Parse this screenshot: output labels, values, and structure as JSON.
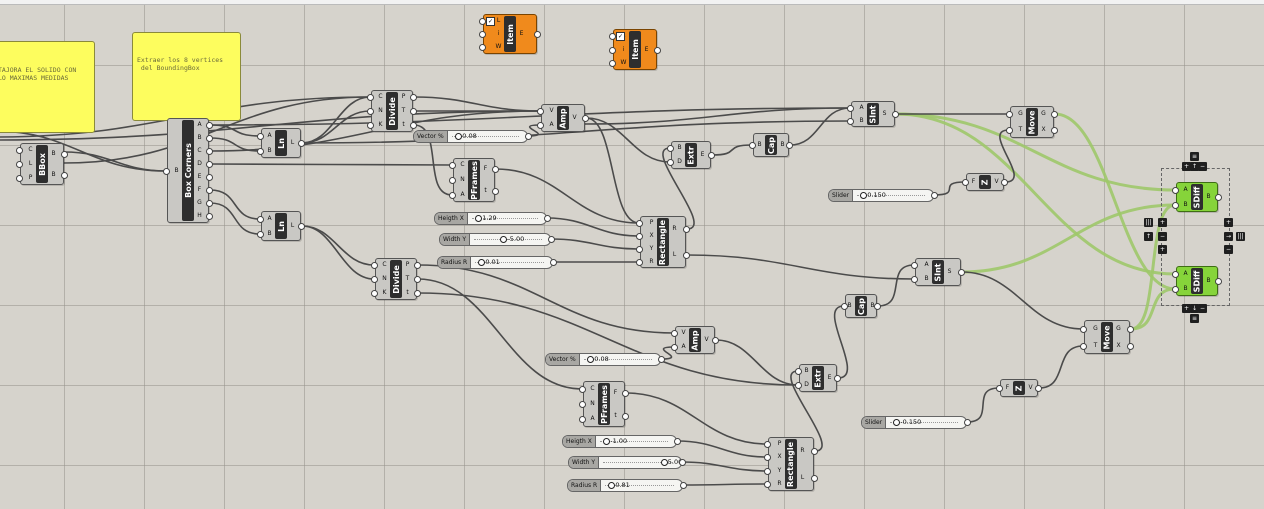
{
  "canvas": {
    "grid_color": "#96948c",
    "background": "#d6d3cc",
    "wire_color": "#4b4b4b",
    "preview_wire_color": "#9fc86a"
  },
  "notes": [
    {
      "id": "note1",
      "text": "TAJORA EL SOLIDO CON\nLO MAXIMAS MEDIDAS"
    },
    {
      "id": "note2",
      "text": "Extraer los 8 vertices\n del BoundingBox"
    }
  ],
  "components": [
    {
      "id": "bbox",
      "label": "BBox",
      "inputs": [
        "C",
        "L",
        "P"
      ],
      "outputs": [
        "B",
        "B"
      ],
      "color": "grey"
    },
    {
      "id": "boxcorners",
      "label": "Box Corners",
      "inputs": [
        "B"
      ],
      "outputs": [
        "A",
        "B",
        "C",
        "D",
        "E",
        "F",
        "G",
        "H"
      ],
      "color": "grey"
    },
    {
      "id": "ln1",
      "label": "Ln",
      "inputs": [
        "A",
        "B"
      ],
      "outputs": [
        "L"
      ],
      "color": "grey"
    },
    {
      "id": "ln2",
      "label": "Ln",
      "inputs": [
        "A",
        "B"
      ],
      "outputs": [
        "L"
      ],
      "color": "grey"
    },
    {
      "id": "divide1",
      "label": "Divide",
      "inputs": [
        "C",
        "N",
        "K"
      ],
      "outputs": [
        "P",
        "T",
        "t"
      ],
      "color": "grey"
    },
    {
      "id": "divide2",
      "label": "Divide",
      "inputs": [
        "C",
        "N",
        "K"
      ],
      "outputs": [
        "P",
        "T",
        "t"
      ],
      "color": "grey"
    },
    {
      "id": "amp1",
      "label": "Amp",
      "inputs": [
        "V",
        "A"
      ],
      "outputs": [
        "V"
      ],
      "color": "grey"
    },
    {
      "id": "amp2",
      "label": "Amp",
      "inputs": [
        "V",
        "A"
      ],
      "outputs": [
        "V"
      ],
      "color": "grey"
    },
    {
      "id": "pframes1",
      "label": "PFrames",
      "inputs": [
        "C",
        "N",
        "A"
      ],
      "outputs": [
        "F",
        "t"
      ],
      "color": "grey"
    },
    {
      "id": "pframes2",
      "label": "PFrames",
      "inputs": [
        "C",
        "N",
        "A"
      ],
      "outputs": [
        "F",
        "t"
      ],
      "color": "grey"
    },
    {
      "id": "rect1",
      "label": "Rectangle",
      "inputs": [
        "P",
        "X",
        "Y",
        "R"
      ],
      "outputs": [
        "R",
        "L"
      ],
      "color": "grey"
    },
    {
      "id": "rect2",
      "label": "Rectangle",
      "inputs": [
        "P",
        "X",
        "Y",
        "R"
      ],
      "outputs": [
        "R",
        "L"
      ],
      "color": "grey"
    },
    {
      "id": "extr1",
      "label": "Extr",
      "inputs": [
        "B",
        "D"
      ],
      "outputs": [
        "E"
      ],
      "color": "grey"
    },
    {
      "id": "extr2",
      "label": "Extr",
      "inputs": [
        "B",
        "D"
      ],
      "outputs": [
        "E"
      ],
      "color": "grey"
    },
    {
      "id": "cap1",
      "label": "Cap",
      "inputs": [
        "B"
      ],
      "outputs": [
        "B"
      ],
      "color": "grey"
    },
    {
      "id": "cap2",
      "label": "Cap",
      "inputs": [
        "B"
      ],
      "outputs": [
        "B"
      ],
      "color": "grey"
    },
    {
      "id": "sint1",
      "label": "SInt",
      "inputs": [
        "A",
        "B"
      ],
      "outputs": [
        "S"
      ],
      "color": "grey"
    },
    {
      "id": "sint2",
      "label": "SInt",
      "inputs": [
        "A",
        "B"
      ],
      "outputs": [
        "S"
      ],
      "color": "grey"
    },
    {
      "id": "move1",
      "label": "Move",
      "inputs": [
        "G",
        "T"
      ],
      "outputs": [
        "G",
        "X"
      ],
      "color": "grey"
    },
    {
      "id": "move2",
      "label": "Move",
      "inputs": [
        "G",
        "T"
      ],
      "outputs": [
        "G",
        "X"
      ],
      "color": "grey"
    },
    {
      "id": "z1",
      "label": "Z",
      "inputs": [
        "F"
      ],
      "outputs": [
        "V"
      ],
      "color": "grey"
    },
    {
      "id": "z2",
      "label": "Z",
      "inputs": [
        "F"
      ],
      "outputs": [
        "V"
      ],
      "color": "grey"
    },
    {
      "id": "item1",
      "label": "Item",
      "inputs": [
        "L",
        "i",
        "W"
      ],
      "outputs": [
        "E"
      ],
      "color": "orange"
    },
    {
      "id": "item2",
      "label": "Item",
      "inputs": [
        "L",
        "i",
        "W"
      ],
      "outputs": [
        "E"
      ],
      "color": "orange"
    },
    {
      "id": "sdiff1",
      "label": "SDiff",
      "inputs": [
        "A",
        "B"
      ],
      "outputs": [
        "B"
      ],
      "color": "green"
    },
    {
      "id": "sdiff2",
      "label": "SDiff",
      "inputs": [
        "A",
        "B"
      ],
      "outputs": [
        "B"
      ],
      "color": "green"
    }
  ],
  "sliders": [
    {
      "id": "vec1",
      "label": "Vector %",
      "value": "0.08"
    },
    {
      "id": "heightx1",
      "label": "Heigth X",
      "value": "1.29"
    },
    {
      "id": "widthy1",
      "label": "Width Y",
      "value": "-5.00"
    },
    {
      "id": "radius1",
      "label": "Radius R",
      "value": "0.01"
    },
    {
      "id": "slider1",
      "label": "Slider",
      "value": "0.150"
    },
    {
      "id": "vec2",
      "label": "Vector %",
      "value": "0.08"
    },
    {
      "id": "heightx2",
      "label": "Heigth X",
      "value": "-1.00"
    },
    {
      "id": "widthy2",
      "label": "Width Y",
      "value": "5.00"
    },
    {
      "id": "radius2",
      "label": "Radius R",
      "value": "0.81"
    },
    {
      "id": "slider2",
      "label": "Slider",
      "value": "-0.150"
    }
  ]
}
